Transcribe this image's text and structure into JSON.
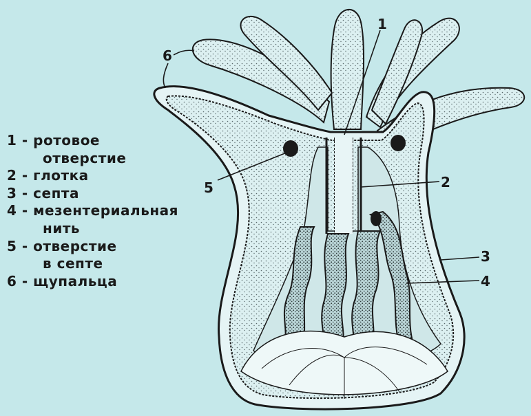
{
  "colors": {
    "background": "#c5e8ea",
    "tissue": "#dff2f3",
    "ink": "#1a1a1a"
  },
  "legend": [
    {
      "line1": "1 - ротовое",
      "line2": "отверстие"
    },
    {
      "line1": "2 - глотка"
    },
    {
      "line1": "3 - септа"
    },
    {
      "line1": "4 - мезентериальная",
      "line2": "нить"
    },
    {
      "line1": "5 - отверстие",
      "line2": "в септе"
    },
    {
      "line1": "6 - щупальца"
    }
  ],
  "labels": {
    "l1": "1",
    "l2": "2",
    "l3": "3",
    "l4": "4",
    "l5": "5",
    "l6": "6"
  }
}
